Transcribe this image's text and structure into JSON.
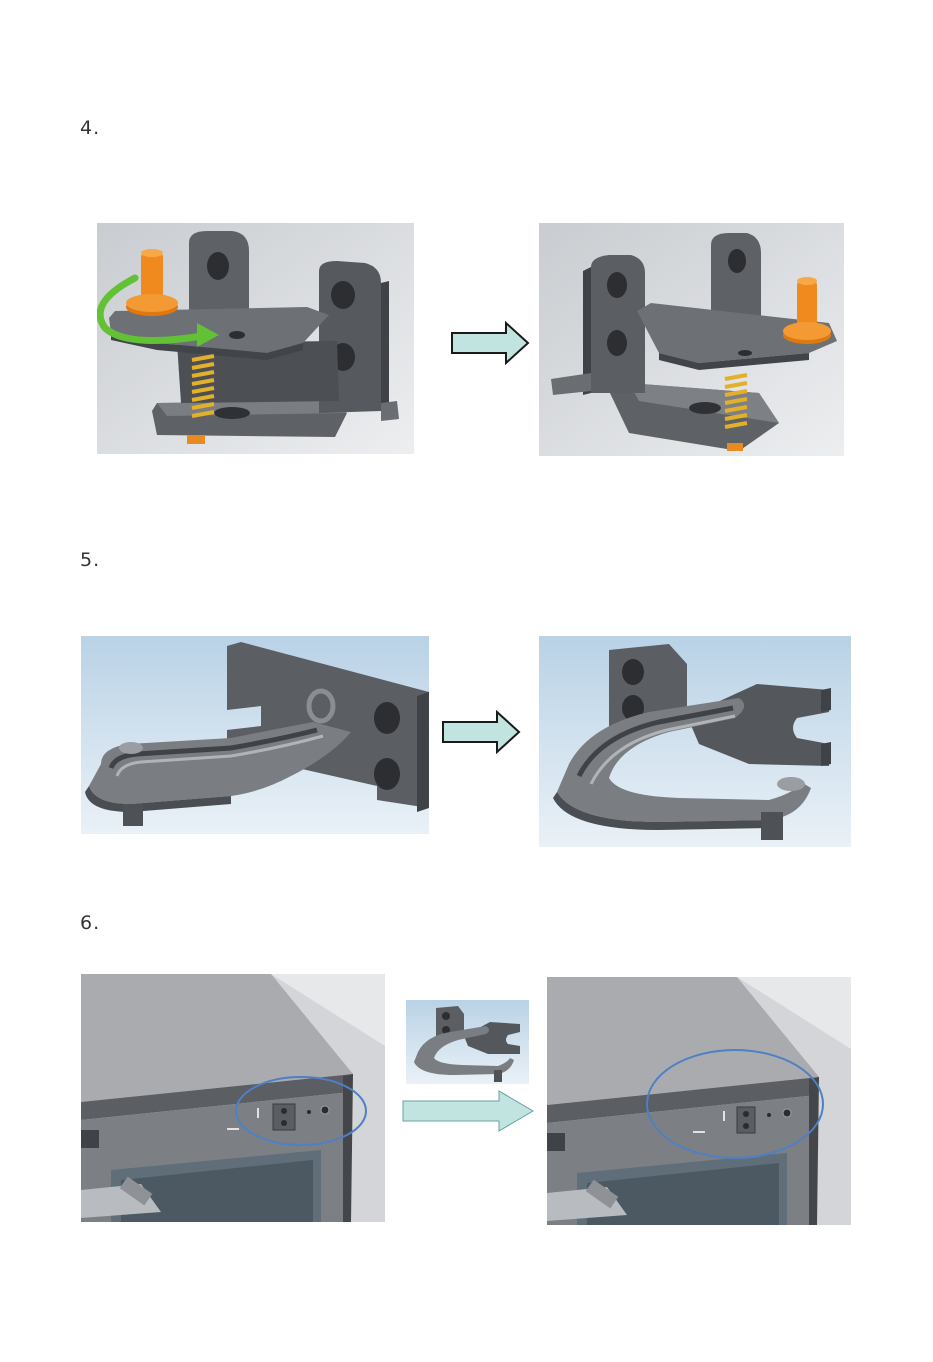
{
  "steps": [
    {
      "number": "4."
    },
    {
      "number": "5."
    },
    {
      "number": "6."
    }
  ],
  "icons": {
    "transition_arrow": "right-arrow-icon",
    "rotate_arrow": "curved-arrow-icon",
    "highlight": "ellipse-highlight"
  },
  "colors": {
    "arrow_fill": "#c2e4e0",
    "arrow_stroke": "#1a1a1a",
    "metal": "#5e6166",
    "metal_light": "#8a8d92",
    "metal_dark": "#3f4246",
    "brass_orange": "#f08a1e",
    "spring_yellow": "#e2b02b",
    "rotate_green": "#62c134",
    "highlight_blue": "#4f7fc4",
    "backdrop_blue": "#bcd4e6",
    "backdrop_gray": "#d7d9dc"
  }
}
